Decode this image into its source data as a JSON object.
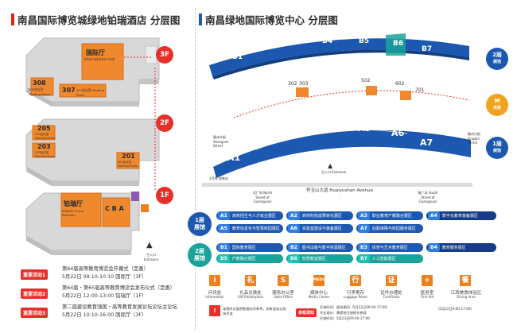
{
  "left": {
    "title": "南昌国际博览城绿地铂瑞酒店 分层图",
    "floors": [
      {
        "label": "3F",
        "rooms": [
          {
            "name": "国际厅",
            "sub": "International Hall"
          },
          {
            "name": "308",
            "sub": "308会议室 Meeting Room"
          },
          {
            "name": "307",
            "sub": "307会议室 Meeting Room"
          }
        ]
      },
      {
        "label": "2F",
        "rooms": [
          {
            "name": "205",
            "sub": "205会议室 Meeting Room"
          },
          {
            "name": "203",
            "sub": "203会议室 Meeting Room"
          },
          {
            "name": "201",
            "sub": "201会议室 Meeting Room"
          }
        ]
      },
      {
        "label": "1F",
        "rooms": [
          {
            "name": "铂瑞厅",
            "sub": "PRIMUS Grand Ballroom"
          },
          {
            "name": "C B A",
            "sub": ""
          }
        ],
        "entrance": "主入口 Entrance"
      }
    ],
    "activities": [
      {
        "tag": "重要活动1",
        "line1": "第64届高等教育博览会开幕式（定邀）",
        "line2": "5月22日 09:10-10:10 国际厅（3F）"
      },
      {
        "tag": "重要活动2",
        "line1": "第64届・第65届高等教育博览会发布仪式（定邀）",
        "line2": "5月22日 12:00-13:00 铂瑞厅（1F）"
      },
      {
        "tag": "重要活动3",
        "line1": "第二届建设教育强国・高等教育发展论坛论坛主论坛",
        "line2": "5月22日 10:10-16:00 国际厅（3F）"
      }
    ]
  },
  "right": {
    "title": "南昌绿地国际博览中心 分层图",
    "halls_top": [
      "B1",
      "B2",
      "B3",
      "B4",
      "B5",
      "B6",
      "B7"
    ],
    "halls_bottom": [
      "A1",
      "A2",
      "A3",
      "A4",
      "A5",
      "A6",
      "A7"
    ],
    "rooms_mid": [
      "302",
      "303",
      "502",
      "602",
      "701"
    ],
    "floor_badges": [
      {
        "label": "2层",
        "sub": "展馆"
      },
      {
        "label": "M",
        "sub": "夹层"
      },
      {
        "label": "1层",
        "sub": "展馆"
      }
    ],
    "streets": {
      "avenue": "怀玉山大道 Huaiyushan Avenue",
      "north": "北广场 North Street of Guangyuan",
      "south": "南广场 South Street of Guangyuan",
      "east": "赣州大街 Shangrao Street",
      "west": "赣州大街 Yingtan Street",
      "entrance": "主入口 Entrance",
      "metro": "2号线 地铁站"
    },
    "legend_1f": {
      "label": "1层 展馆",
      "items": [
        {
          "hall": "A1",
          "text": "高校招生与人才就业展区"
        },
        {
          "hall": "A2",
          "text": "高校科技成果转化展区"
        },
        {
          "hall": "A3",
          "text": "职业教育产教融合展区"
        },
        {
          "hall": "A4",
          "text": "数字化教育装备展区"
        },
        {
          "hall": "A5",
          "text": "教育信息化与智慧校园展区"
        },
        {
          "hall": "A6",
          "text": "实验室建设与装备展区"
        },
        {
          "hall": "A7",
          "text": "后勤保障与校园服务展区"
        }
      ]
    },
    "legend_2f": {
      "label": "2层 展馆",
      "items": [
        {
          "hall": "B1",
          "text": "国际教育展区"
        },
        {
          "hall": "B2",
          "text": "图书出版与数字资源展区"
        },
        {
          "hall": "B3",
          "text": "体育与艺术教育展区"
        },
        {
          "hall": "B4",
          "text": "教育服务展区"
        },
        {
          "hall": "B5",
          "text": "产教融合展区"
        },
        {
          "hall": "B6",
          "text": "智慧教室展区"
        },
        {
          "hall": "B7",
          "text": "人工智能展区"
        }
      ]
    },
    "services": [
      {
        "icon": "i",
        "cn": "问讯处",
        "en": "Information"
      },
      {
        "icon": "礼",
        "cn": "礼品兑换处",
        "en": "Gift Redemption"
      },
      {
        "icon": "S",
        "cn": "服务办公室",
        "en": "Sales Office"
      },
      {
        "icon": "MEDIA",
        "cn": "媒体中心",
        "en": "Media Center"
      },
      {
        "icon": "行",
        "cn": "行李寄存",
        "en": "Luggage Room"
      },
      {
        "icon": "证",
        "cn": "证件办理处",
        "en": "Certificate"
      },
      {
        "icon": "+",
        "cn": "医务室",
        "en": "First Aid"
      },
      {
        "icon": "餐",
        "cn": "江西美食体验区",
        "en": "Dining Area"
      }
    ],
    "notes": {
      "left": "本图所示面积数据均为参考，如有变动以现场为准",
      "tag": "参观须知",
      "lines": [
        "开放时间：展览期间（5月22日09:00-17:00）",
        "专业观众：需提前注册报名参观",
        "开放时间：5月23日09:00-17:00"
      ],
      "right": "（5月22日9:00-17:00）"
    }
  }
}
